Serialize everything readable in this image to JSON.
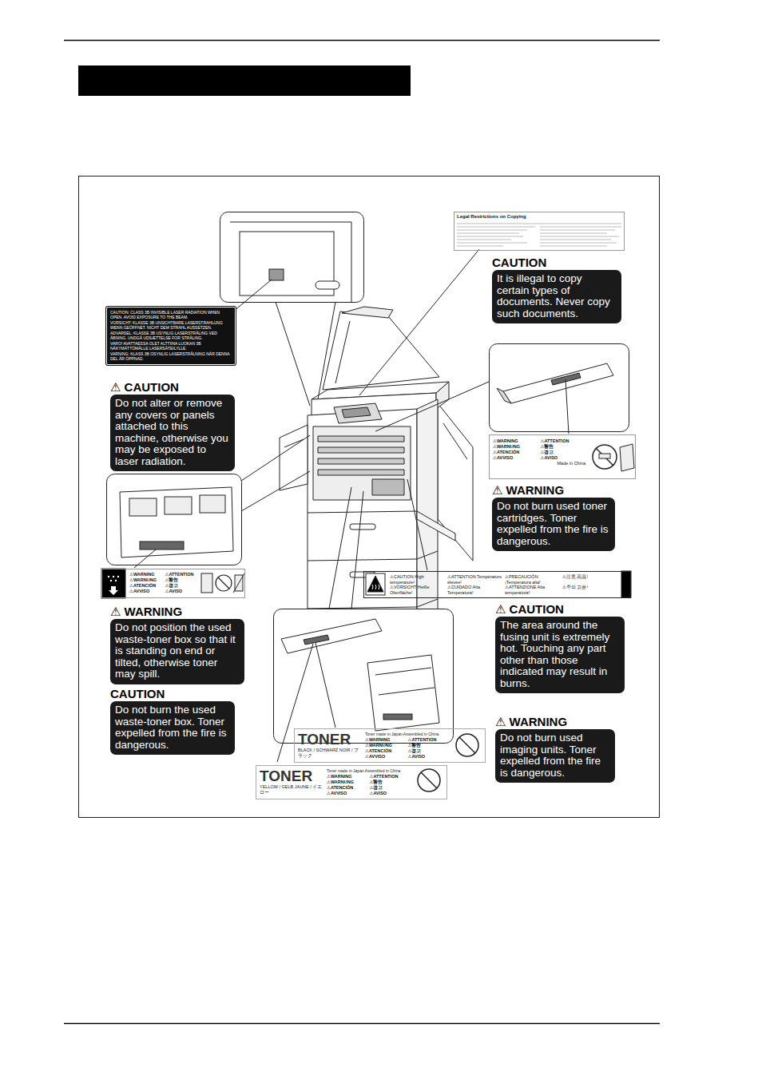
{
  "diagram": {
    "nodes": [
      {
        "text": [
          "Legal Restrictions on Copying"
        ]
      },
      {
        "text": [
          "CAUTION",
          "It is illegal to copy certain types of documents. Never copy such documents."
        ]
      },
      {
        "text": [
          "CAUTION: CLASS 3B INVISIBLE LASER RADIATION WHEN OPEN. AVOID EXPOSURE TO THE BEAM.",
          "VORSICHT: KLASSE 3B UNSICHTBARE LASERSTRAHLUNG WENN GEÖFFNET. NICHT DEM STRAHL AUSSETZEN.",
          "ADVARSEL: KLASSE 3B USYNLIG LASERSTRÅLING VED ÅBNING. UNDGÅ UDSÆTTELSE FOR STRÅLING.",
          "VARO! AVATTAESSA OLET ALTTIINA LUOKAN 3B NÄKYMÄTTÖMÄLLE LASERSÄTEILYLLE.",
          "VARNING: KLASS 3B OSYNLIG LASERSTRÅLNING NÄR DENNA DEL ÄR ÖPPNAD."
        ]
      },
      {
        "text": [
          "⚠ CAUTION",
          "Do not alter or remove any covers or panels attached to this machine, otherwise you may be exposed to laser radiation."
        ]
      },
      {
        "text": [
          "⚠WARNING",
          "⚠ATTENTION",
          "⚠WARNUNG",
          "⚠警告",
          "⚠ATENCIÓN",
          "⚠경고",
          "⚠AVVISO",
          "⚠AVISO",
          "Made in China"
        ]
      },
      {
        "text": [
          "⚠ WARNING",
          "Do not burn used toner cartridges. Toner expelled from the fire is dangerous."
        ]
      },
      {
        "text": [
          "⚠WARNING",
          "⚠ATTENTION",
          "⚠WARNUNG",
          "⚠警告",
          "⚠ATENCIÓN",
          "⚠경고",
          "⚠AVVISO",
          "⚠AVISO"
        ]
      },
      {
        "text": [
          "⚠CAUTION High temperature!",
          "⚠ATTENTION Température élevée!",
          "⚠PRECAUCIÓN ¡Temperatura alta!",
          "⚠注意 高温!",
          "⚠VORSICHT Heiße Oberfläche!",
          "⚠CUIDADO Alta Temperatura!",
          "⚠ATTENZIONE Alta temperatura!",
          "⚠주의 고온!"
        ]
      },
      {
        "text": [
          "⚠ WARNING",
          "Do not position the used waste-toner box so that it is standing on end or tilted, otherwise toner may spill."
        ]
      },
      {
        "text": [
          "⚠ CAUTION",
          "The area around the fusing unit is extremely hot. Touching any part other than those indicated may result in burns."
        ]
      },
      {
        "text": [
          "CAUTION",
          "Do not burn the used waste-toner box. Toner expelled from the fire is dangerous."
        ]
      },
      {
        "text": [
          "TONER",
          "BLACK / SCHWARZ NOIR / ブラック",
          "Toner made in Japan Assembled in China",
          "⚠WARNING",
          "⚠ATTENTION",
          "⚠WARNUNG",
          "⚠警告",
          "⚠ATENCIÓN",
          "⚠경고",
          "⚠AVVISO",
          "⚠AVISO"
        ]
      },
      {
        "text": [
          "⚠ WARNING",
          "Do not burn used imaging units. Toner expelled from the fire is dangerous."
        ]
      },
      {
        "text": [
          "TONER",
          "YELLOW / GELB JAUNE / イエロー",
          "Toner made in Japan Assembled in China",
          "⚠WARNING",
          "⚠ATTENTION",
          "⚠WARNUNG",
          "⚠警告",
          "⚠ATENCIÓN",
          "⚠경고",
          "⚠AVVISO",
          "⚠AVISO"
        ]
      }
    ]
  }
}
